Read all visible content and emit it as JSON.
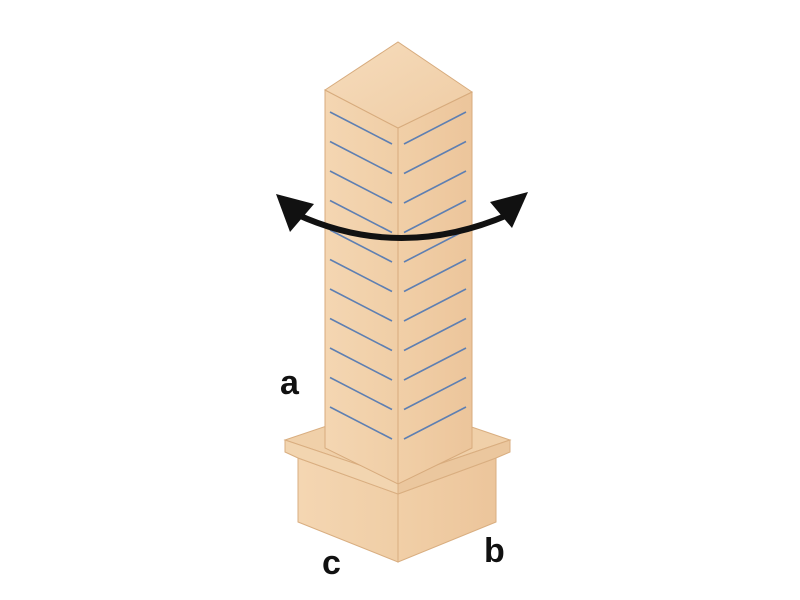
{
  "labels": {
    "a": "a",
    "b": "b",
    "c": "c"
  },
  "icons": {
    "rotation": "rotate-arrows-icon"
  },
  "colors": {
    "wood_light": "#f3d7b5",
    "wood_mid": "#efcba3",
    "wood_dark": "#e6bb8d",
    "slot": "#5e7fb2",
    "edge": "#d4a678",
    "arrow": "#111111"
  },
  "slats_per_face": 11
}
